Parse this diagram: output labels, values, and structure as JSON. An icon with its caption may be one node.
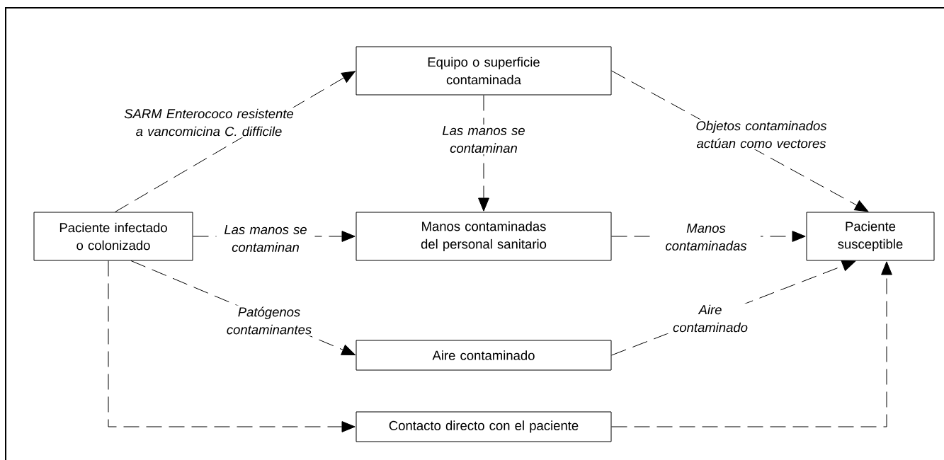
{
  "diagram": {
    "nodes": [
      {
        "text": [
          "Paciente infectado o colonizado"
        ]
      },
      {
        "text": [
          "Equipo o superficie contaminada"
        ]
      },
      {
        "text": [
          "Manos contaminadas del personal sanitario"
        ]
      },
      {
        "text": [
          "Aire contaminado"
        ]
      },
      {
        "text": [
          "Contacto directo con el paciente"
        ]
      },
      {
        "text": [
          "Paciente susceptible"
        ]
      }
    ],
    "edges": [
      {
        "from": 0,
        "to": 1,
        "arrow": "to",
        "label": "SARM Enterococo resistente a vancomicina C. difficile"
      },
      {
        "from": 1,
        "to": 2,
        "arrow": "to",
        "label": "Las manos se contaminan"
      },
      {
        "from": 0,
        "to": 2,
        "arrow": "to",
        "label": "Las manos se contaminan"
      },
      {
        "from": 0,
        "to": 3,
        "arrow": "to",
        "label": "Patógenos contaminantes"
      },
      {
        "from": 0,
        "to": 4,
        "arrow": "to"
      },
      {
        "from": 1,
        "to": 5,
        "arrow": "to",
        "label": "Objetos contaminados actúan como vectores"
      },
      {
        "from": 2,
        "to": 5,
        "arrow": "to",
        "label": "Manos contaminadas"
      },
      {
        "from": 3,
        "to": 5,
        "arrow": "to",
        "label": "Aire contaminado"
      },
      {
        "from": 4,
        "to": 5,
        "arrow": "to"
      }
    ]
  }
}
